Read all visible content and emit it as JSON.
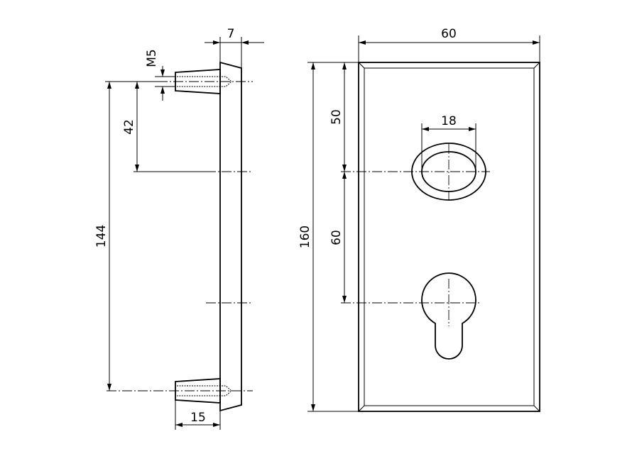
{
  "drawing": {
    "side_view": {
      "dim_plate_thickness": "7",
      "dim_thread": "M5",
      "dim_first_hole_offset": "42",
      "dim_screw_spacing": "144",
      "dim_standoff_length": "15"
    },
    "front_view": {
      "dim_width": "60",
      "dim_height": "160",
      "dim_top_to_knob": "50",
      "dim_knob_to_cylinder": "60",
      "dim_knob_hole": "18"
    }
  }
}
